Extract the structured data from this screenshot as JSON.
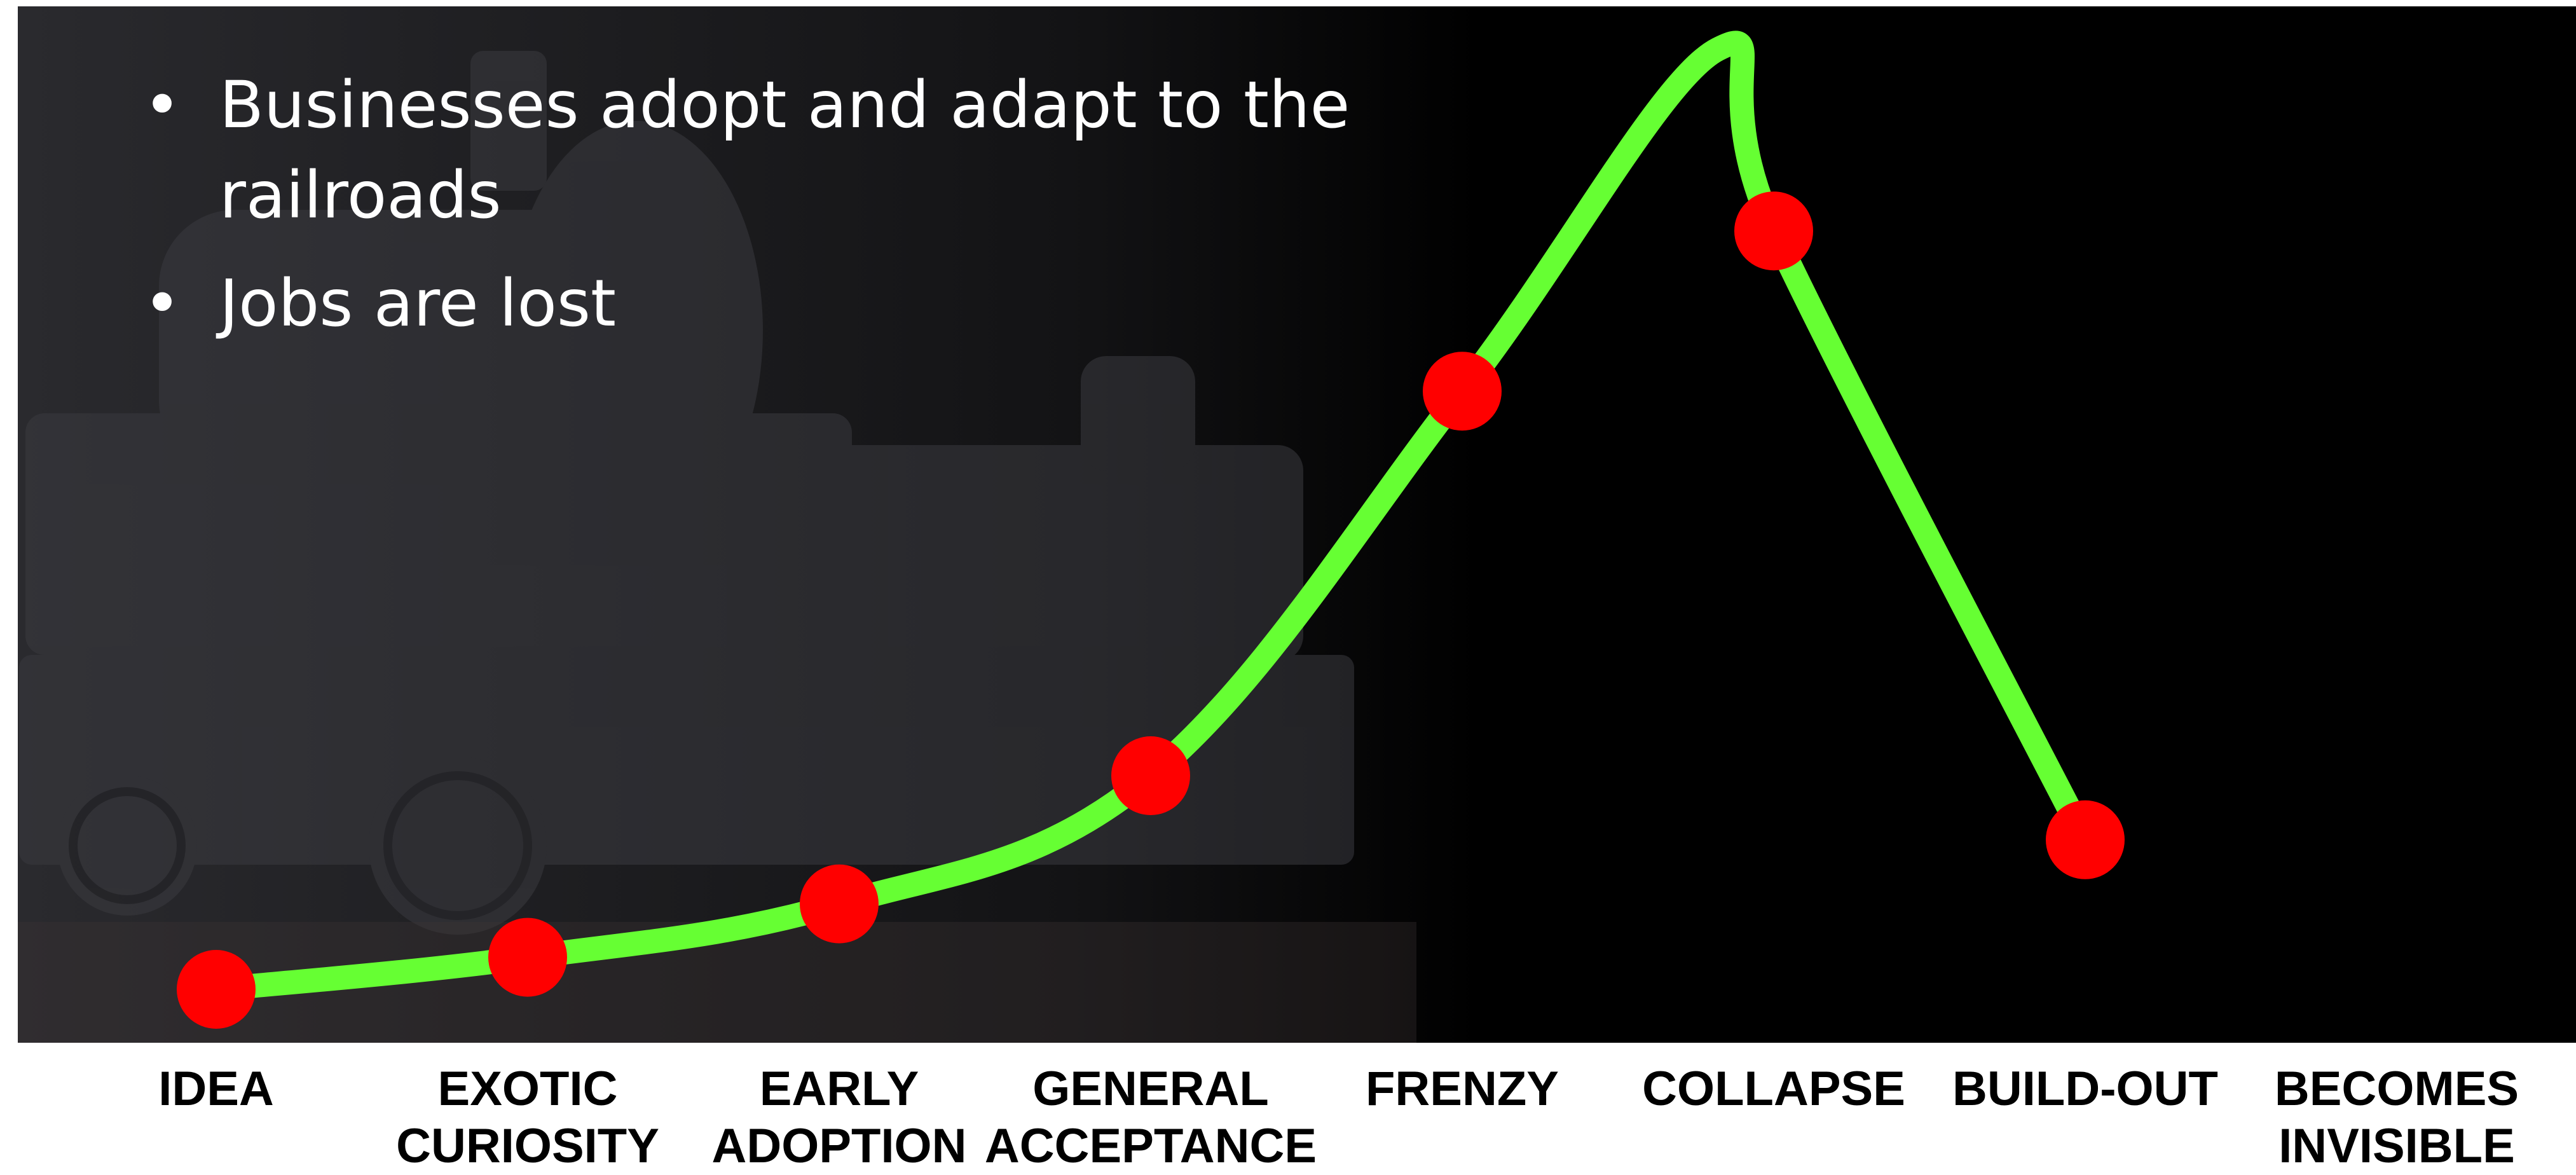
{
  "bullets": [
    "Businesses adopt and adapt to the railroads",
    "Jobs are lost"
  ],
  "chart_data": {
    "type": "line",
    "categories": [
      "IDEA",
      "EXOTIC\nCURIOSITY",
      "EARLY\nADOPTION",
      "GENERAL\nACCEPTANCE",
      "FRENZY",
      "COLLAPSE",
      "BUILD-OUT",
      "BECOMES\nINVISIBLE"
    ],
    "series": [
      {
        "values": [
          5,
          8,
          13,
          25,
          61,
          76,
          19,
          null
        ]
      }
    ],
    "peak": {
      "between": [
        "FRENZY",
        "COLLAPSE"
      ],
      "value": 93
    },
    "ylim": [
      0,
      100
    ],
    "xlabel": "",
    "ylabel": "",
    "grid": false,
    "colors": {
      "curve": "#66ff33",
      "points": "#ff0000",
      "labels": "#000000",
      "background": "#000000"
    }
  }
}
